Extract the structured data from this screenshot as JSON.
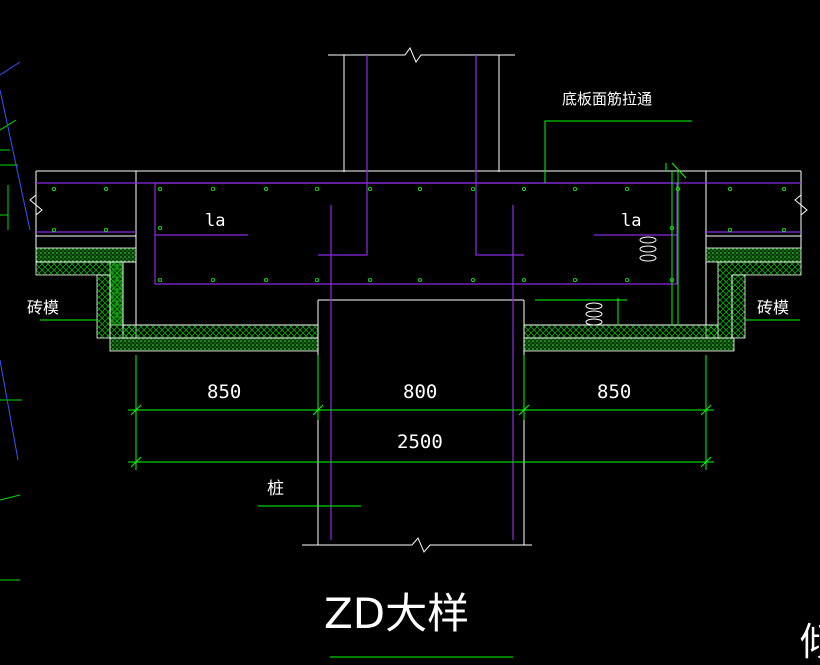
{
  "title": "ZD大样",
  "note_top": "底板面筋拉通",
  "label_la_left": "la",
  "label_la_right": "la",
  "label_brick_left": "砖模",
  "label_brick_right": "砖模",
  "label_pile": "桩",
  "dim_left": "850",
  "dim_center": "800",
  "dim_right": "850",
  "dim_total": "2500",
  "edge_char_right": "倾",
  "colors": {
    "background": "#000000",
    "outline": "#ffffff",
    "rebar": "#8a2be2",
    "leader": "#00ff00",
    "hatch": "#00cc00"
  }
}
